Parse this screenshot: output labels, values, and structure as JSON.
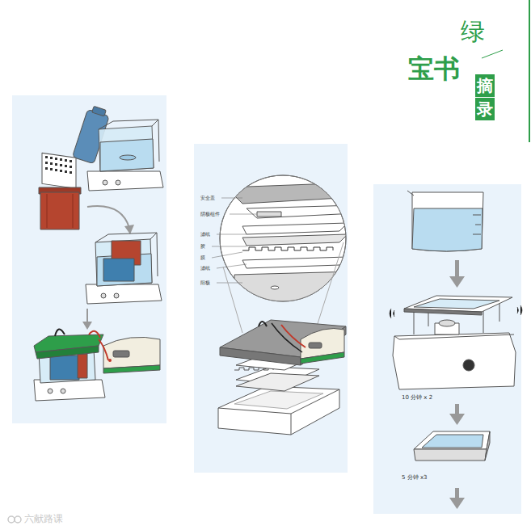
{
  "diagram": {
    "nodes": [
      {
        "text": [
          "摘"
        ]
      },
      {
        "text": [
          "录"
        ]
      }
    ],
    "labels": [
      "绿",
      "宝书",
      "安全盖",
      "阴极组件",
      "滤纸",
      "胶",
      "膜",
      "滤纸",
      "阳极",
      "10 分钟 x 2",
      "5 分钟 x3",
      "六献路课"
    ]
  }
}
